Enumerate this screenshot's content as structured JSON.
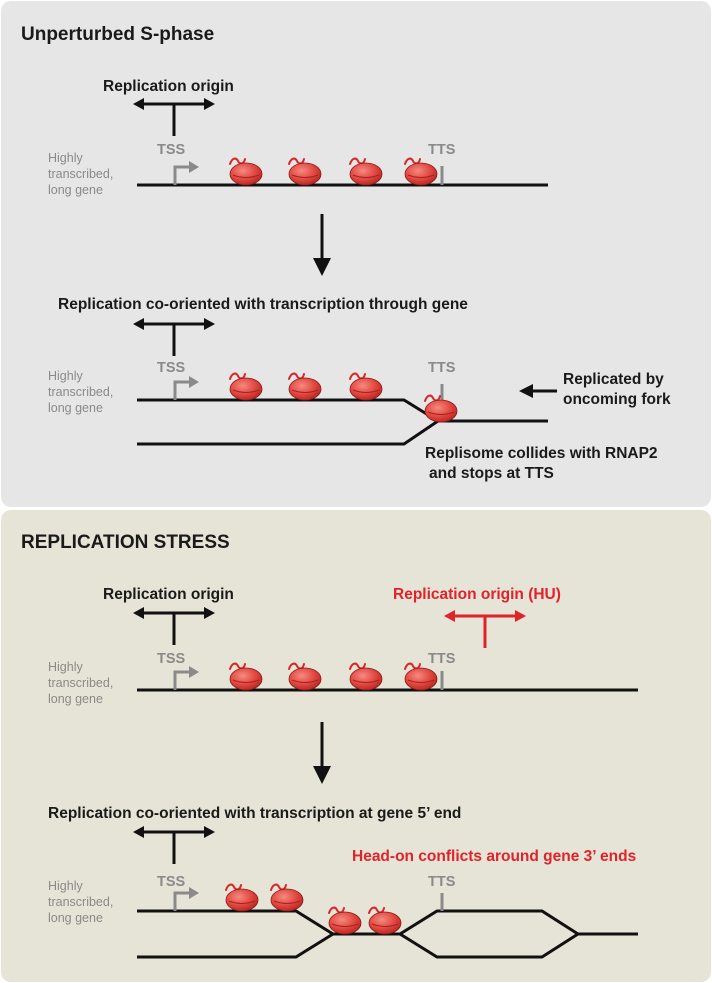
{
  "panels": {
    "unperturbed": {
      "title": "Unperturbed S-phase"
    },
    "stress": {
      "title": "REPLICATION STRESS"
    }
  },
  "labels": {
    "replication_origin_1": "Replication origin",
    "co_oriented_through_gene": "Replication co-oriented with transcription through gene",
    "replication_origin_3": "Replication origin",
    "replication_origin_hu": "Replication origin (HU)",
    "co_oriented_5prime": "Replication co-oriented with transcription at gene 5’ end",
    "head_on_conflicts": "Head-on conflicts around gene 3’ ends",
    "replicated_by_line1": "Replicated by",
    "replicated_by_line2": "oncoming fork",
    "collides_line1": "Replisome collides with RNAP2",
    "collides_line2": "and stops at TTS"
  },
  "gene_label": [
    "Highly",
    "transcribed,",
    "long gene"
  ],
  "sites": {
    "tss": "TSS",
    "tts": "TTS"
  },
  "colors": {
    "panel_top": "#e6e6e6",
    "panel_bottom": "#e6e4d6",
    "dna": "#111111",
    "grey_marks": "#8a8a8a",
    "rnap2": "#e0463f",
    "highlight_red": "#e0222b"
  },
  "icons": {
    "origin": "bidirectional-arrow-t-icon",
    "tss": "bent-arrow-icon",
    "tts": "bar-icon",
    "rnap2": "rnap2-blob-icon",
    "fork_direction": "arrow-left-icon",
    "down": "arrow-down-icon"
  }
}
